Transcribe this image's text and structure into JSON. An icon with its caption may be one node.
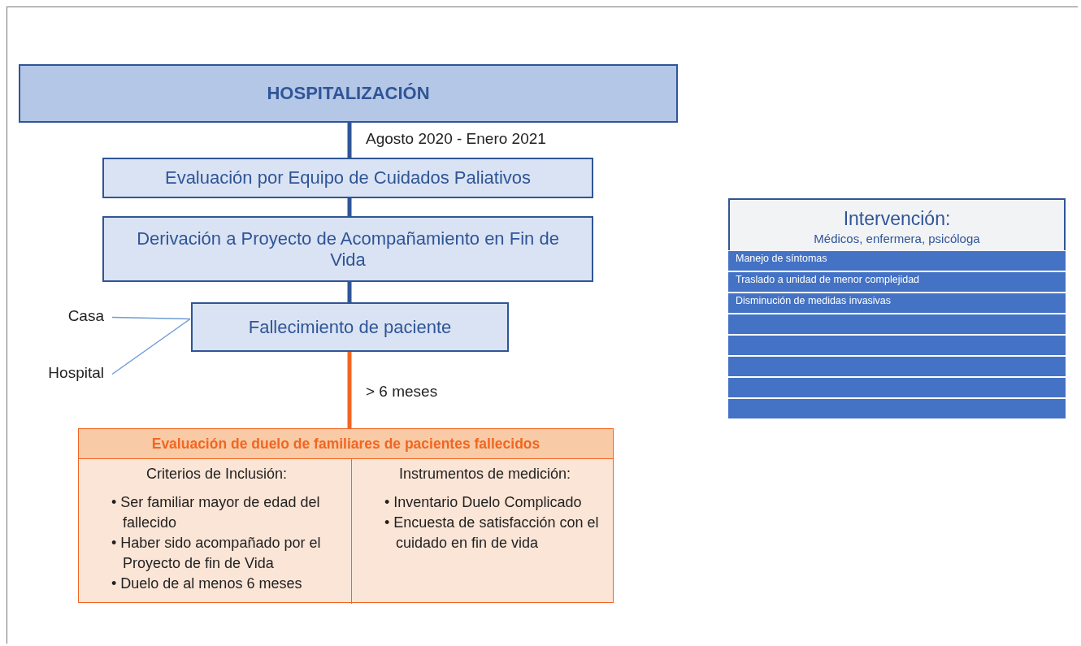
{
  "diagram": {
    "nodes": [
      {
        "text": [
          "HOSPITALIZACIÓN"
        ]
      },
      {
        "text": [
          "Evaluación por Equipo de Cuidados Paliativos"
        ]
      },
      {
        "text": [
          "Derivación a Proyecto de Acompañamiento en Fin de Vida"
        ]
      },
      {
        "text": [
          "Fallecimiento de paciente"
        ]
      },
      {
        "text": [
          "Casa"
        ]
      },
      {
        "text": [
          "Hospital"
        ]
      },
      {
        "text": [
          "Evaluación de duelo de familiares de pacientes fallecidos"
        ]
      },
      {
        "text": [
          "Criterios de Inclusión:",
          "• Ser familiar mayor de edad del fallecido",
          "• Haber sido acompañado por el Proyecto de fin de Vida",
          "• Duelo de al menos 6 meses"
        ],
        "in": 6
      },
      {
        "text": [
          "Instrumentos de medición:",
          "• Inventario Duelo Complicado",
          "• Encuesta de satisfacción con el cuidado en fin de vida"
        ],
        "in": 6
      },
      {
        "text": [
          "Intervención:",
          "Médicos, enfermera, psicóloga"
        ]
      },
      {
        "text": [
          "Manejo de síntomas"
        ],
        "in": 9
      },
      {
        "text": [
          "Traslado a unidad de menor complejidad"
        ],
        "in": 9
      },
      {
        "text": [
          "Disminución de medidas invasivas"
        ],
        "in": 9
      },
      {
        "text": [],
        "shape": "bar",
        "in": 9
      },
      {
        "text": [],
        "shape": "bar",
        "in": 9
      },
      {
        "text": [],
        "shape": "bar",
        "in": 9
      },
      {
        "text": [],
        "shape": "bar",
        "in": 9
      },
      {
        "text": [],
        "shape": "bar",
        "in": 9
      }
    ],
    "edges": [
      {
        "from": 0,
        "to": 1,
        "arrow": "none",
        "label": "Agosto 2020 - Enero 2021"
      },
      {
        "from": 1,
        "to": 2,
        "arrow": "none"
      },
      {
        "from": 2,
        "to": 3,
        "arrow": "none"
      },
      {
        "from": 3,
        "to": 6,
        "arrow": "none",
        "label": "> 6 meses",
        "color": "#f26522"
      },
      {
        "from": 4,
        "to": 3,
        "arrow": "none",
        "color": "#6f9bd6"
      },
      {
        "from": 5,
        "to": 3,
        "arrow": "none",
        "color": "#6f9bd6"
      }
    ]
  }
}
